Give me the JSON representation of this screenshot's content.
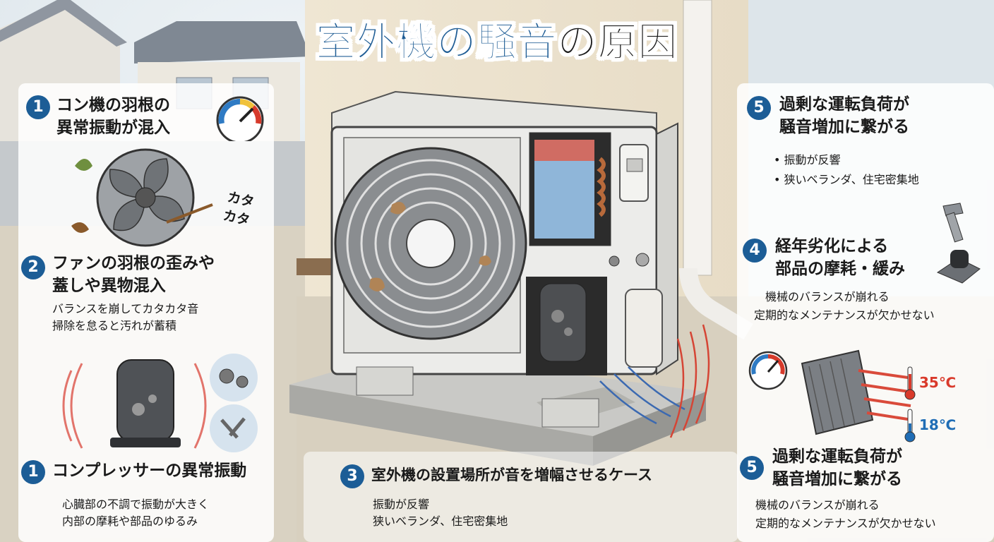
{
  "title": {
    "part1": "室外機の騒音",
    "part2": "の原因"
  },
  "left_panel": {
    "item1": {
      "number": "1",
      "lines": [
        "コン機の羽根の",
        "異常振動が混入"
      ]
    },
    "onomatopoeia": [
      "カタ",
      "カタ"
    ],
    "item2": {
      "number": "2",
      "lines": [
        "ファンの羽根の歪みや",
        "蓋しや異物混入"
      ],
      "body": [
        "バランスを崩してカタカタ音",
        "掃除を怠ると汚れが蓄積"
      ]
    },
    "item3": {
      "number": "1",
      "heading": "コンプレッサーの異常振動",
      "body": [
        "心臓部の不調で振動が大きく",
        "内部の摩耗や部品のゆるみ"
      ]
    }
  },
  "center": {
    "item": {
      "number": "3",
      "heading": "室外機の設置場所が音を増幅させるケース",
      "body": [
        "振動が反響",
        "狭いベランダ、住宅密集地"
      ]
    }
  },
  "right_panel": {
    "item_top": {
      "number": "5",
      "lines": [
        "過剰な運転負荷が",
        "騒音増加に繋がる"
      ],
      "bullets": [
        "• 振動が反響",
        "• 狭いベランダ、住宅密集地"
      ]
    },
    "item_mid": {
      "number": "4",
      "lines": [
        "経年劣化による",
        "部品の摩耗・緩み"
      ],
      "body": [
        "機械のバランスが崩れる",
        "定期的なメンテナンスが欠かせない"
      ]
    },
    "temps": {
      "hot": "35℃",
      "cool": "18℃"
    },
    "item_bottom": {
      "number": "5",
      "lines": [
        "過剰な運転負荷が",
        "騒音増加に繋がる"
      ],
      "body": [
        "機械のバランスが崩れる",
        "定期的なメンテナンスが欠かせない"
      ]
    }
  },
  "colors": {
    "badge": "#1c5d96",
    "title_blue": "#1f5d95",
    "hot": "#d93a2b",
    "cool": "#1f6db5"
  }
}
